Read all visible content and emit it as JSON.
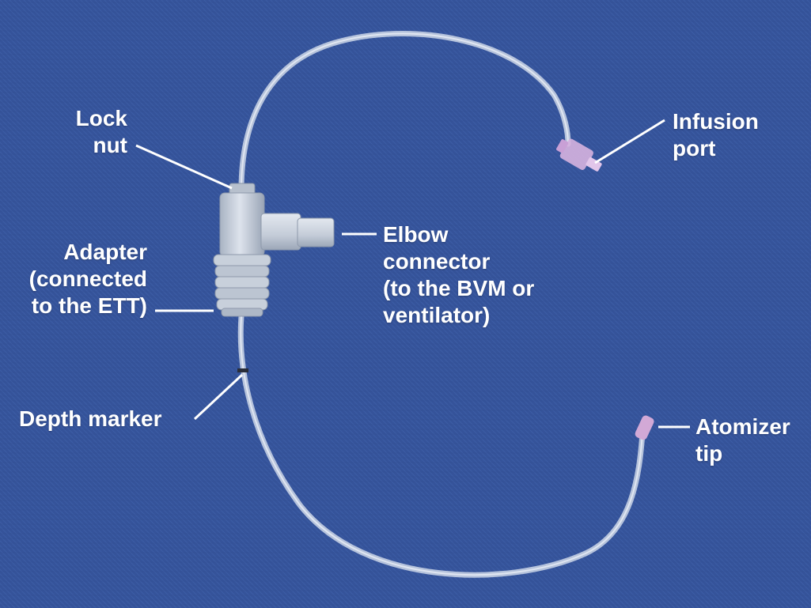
{
  "labels": {
    "lock_nut": [
      "Lock",
      "nut"
    ],
    "adapter": [
      "Adapter",
      "(connected",
      "to the ETT)"
    ],
    "depth_marker": [
      "Depth marker"
    ],
    "elbow_connector": [
      "Elbow",
      "connector",
      "(to the BVM or",
      "ventilator)"
    ],
    "infusion_port": [
      "Infusion",
      "port"
    ],
    "atomizer_tip": [
      "Atomizer",
      "tip"
    ]
  },
  "colors": {
    "background": "#35539a",
    "tubing": "#d7e0ee",
    "adapter_body": "#c3ccd8",
    "infusion_port": "#d6b3df",
    "atomizer_tip": "#d2a9d6",
    "text": "#ffffff"
  }
}
